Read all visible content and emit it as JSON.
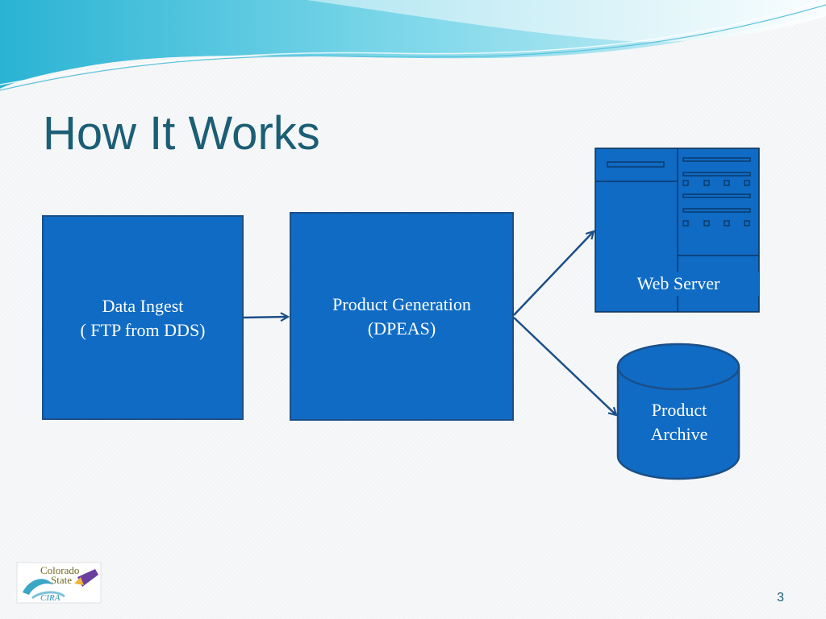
{
  "slide": {
    "title": "How It Works",
    "page_number": "3"
  },
  "diagram": {
    "nodes": {
      "data_ingest": {
        "lines": [
          "Data Ingest",
          "( FTP from DDS)"
        ]
      },
      "product_generation": {
        "lines": [
          "Product Generation",
          "(DPEAS)"
        ]
      },
      "web_server": {
        "label": "Web Server"
      },
      "product_archive": {
        "lines": [
          "Product",
          "Archive"
        ]
      }
    },
    "edges": [
      {
        "from": "data_ingest",
        "to": "product_generation"
      },
      {
        "from": "product_generation",
        "to": "web_server"
      },
      {
        "from": "product_generation",
        "to": "product_archive"
      }
    ]
  },
  "logo": {
    "text_top": "Colorado",
    "text_mid": "State",
    "text_bottom": "CIRA"
  },
  "colors": {
    "title": "#1b5e75",
    "box_fill": "#0f6bc4",
    "box_border": "#1b4f88",
    "arrow": "#1b4f88",
    "wave_light": "#7fd3e6",
    "wave_dark": "#2aa8c9"
  }
}
